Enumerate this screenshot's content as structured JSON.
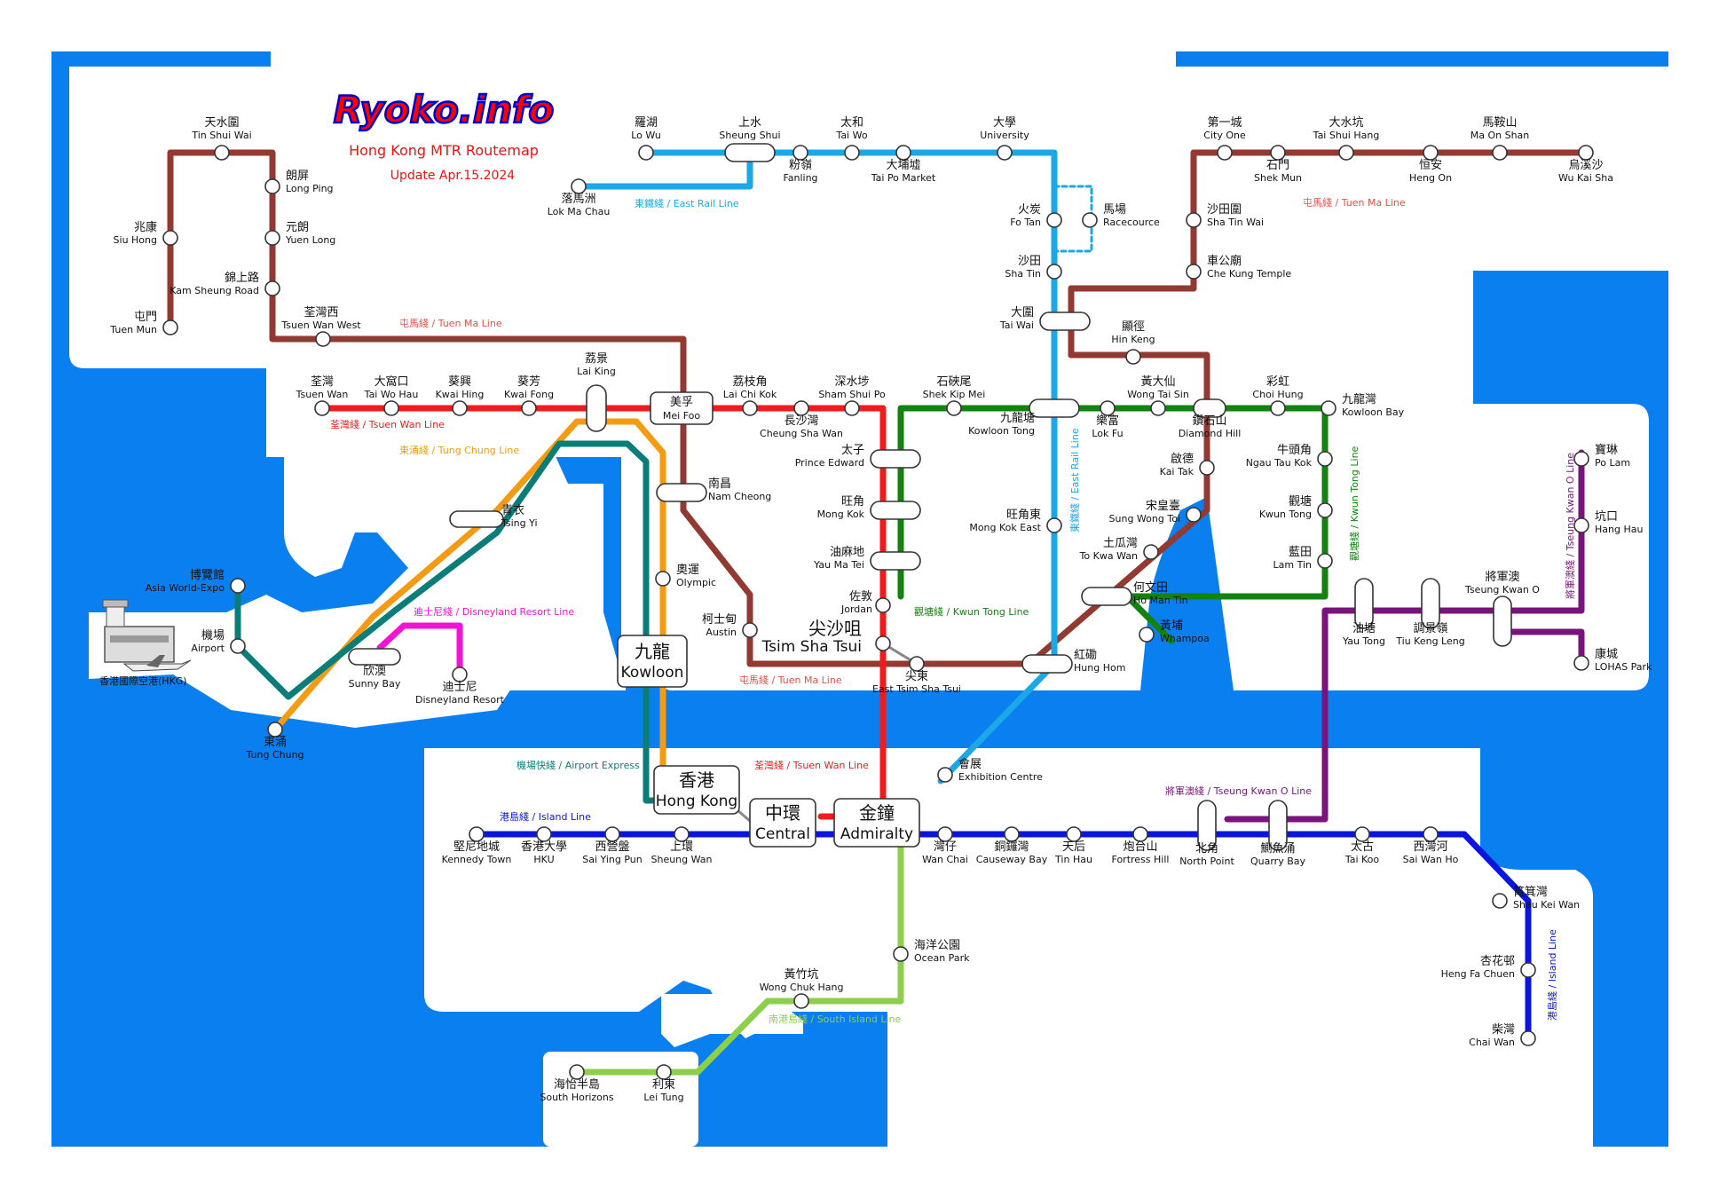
{
  "header": {
    "logo": "Ryoko.info",
    "title": "Hong Kong MTR Routemap",
    "update": "Update Apr.15.2024"
  },
  "colors": {
    "water": "#0a7ff0",
    "land": "#ffffff",
    "east_rail": "#1aa8e6",
    "tuen_ma": "#923a32",
    "tsuen_wan": "#ee1c1c",
    "kwun_tong": "#13830f",
    "island": "#0a15dd",
    "tsueng_kwan_o": "#7a147c",
    "tung_chung": "#f39b12",
    "airport_express": "#0a7d78",
    "disneyland": "#f214d3",
    "south_island": "#8ccf4a"
  },
  "line_labels": {
    "east_rail": "東鐵綫 / East Rail Line",
    "east_rail_v": "東鐵綫 / East Rail Line",
    "tuen_ma_nt": "屯馬綫 / Tuen Ma Line",
    "tuen_ma_ne": "屯馬綫 / Tuen Ma Line",
    "tuen_ma_kln": "屯馬綫 / Tuen Ma Line",
    "tsuen_wan": "荃灣綫 / Tsuen Wan Line",
    "tsuen_wan_hk": "荃灣綫 / Tsuen Wan Line",
    "tung_chung": "東涌綫 / Tung Chung Line",
    "kwun_tong": "觀塘綫 / Kwun Tong Line",
    "kwun_tong_v": "觀塘綫 / Kwun Tong Line",
    "disneyland": "迪士尼綫 / Disneyland Resort Line",
    "airport_express": "機場快綫 / Airport Express",
    "island": "港島綫 / Island Line",
    "island_v": "港島綫 / Island Line",
    "tko": "將軍澳綫 / Tseung Kwan O Line",
    "tko_v": "將軍澳綫 / Tseung Kwan O Line",
    "south_island": "南港島綫 / South Island Line"
  },
  "stations": [
    {
      "id": "tin-shui-wai",
      "cn": "天水圍",
      "en": "Tin Shui Wai"
    },
    {
      "id": "long-ping",
      "cn": "朗屏",
      "en": "Long Ping"
    },
    {
      "id": "siu-hong",
      "cn": "兆康",
      "en": "Siu Hong"
    },
    {
      "id": "yuen-long",
      "cn": "元朗",
      "en": "Yuen Long"
    },
    {
      "id": "kam-sheung-road",
      "cn": "錦上路",
      "en": "Kam Sheung Road"
    },
    {
      "id": "tuen-mun",
      "cn": "屯門",
      "en": "Tuen Mun"
    },
    {
      "id": "tsuen-wan-west",
      "cn": "荃灣西",
      "en": "Tsuen Wan West"
    },
    {
      "id": "tsuen-wan",
      "cn": "荃灣",
      "en": "Tsuen Wan"
    },
    {
      "id": "tai-wo-hau",
      "cn": "大窩口",
      "en": "Tai Wo Hau"
    },
    {
      "id": "kwai-hing",
      "cn": "葵興",
      "en": "Kwai Hing"
    },
    {
      "id": "kwai-fong",
      "cn": "葵芳",
      "en": "Kwai Fong"
    },
    {
      "id": "lai-king",
      "cn": "荔景",
      "en": "Lai King"
    },
    {
      "id": "mei-foo",
      "cn": "美孚",
      "en": "Mei Foo"
    },
    {
      "id": "lai-chi-kok",
      "cn": "荔枝角",
      "en": "Lai Chi Kok"
    },
    {
      "id": "cheung-sha-wan",
      "cn": "長沙灣",
      "en": "Cheung Sha Wan"
    },
    {
      "id": "sham-shui-po",
      "cn": "深水埗",
      "en": "Sham Shui Po"
    },
    {
      "id": "prince-edward",
      "cn": "太子",
      "en": "Prince Edward"
    },
    {
      "id": "mong-kok",
      "cn": "旺角",
      "en": "Mong Kok"
    },
    {
      "id": "yau-ma-tei",
      "cn": "油麻地",
      "en": "Yau Ma Tei"
    },
    {
      "id": "jordan",
      "cn": "佐敦",
      "en": "Jordan"
    },
    {
      "id": "tsim-sha-tsui",
      "cn": "尖沙咀",
      "en": "Tsim Sha Tsui"
    },
    {
      "id": "east-tsim-sha-tsui",
      "cn": "尖東",
      "en": "East Tsim Sha Tsui"
    },
    {
      "id": "austin",
      "cn": "柯士甸",
      "en": "Austin"
    },
    {
      "id": "nam-cheong",
      "cn": "南昌",
      "en": "Nam Cheong"
    },
    {
      "id": "olympic",
      "cn": "奧運",
      "en": "Olympic"
    },
    {
      "id": "kowloon",
      "cn": "九龍",
      "en": "Kowloon"
    },
    {
      "id": "tsing-yi",
      "cn": "青衣",
      "en": "Tsing Yi"
    },
    {
      "id": "sunny-bay",
      "cn": "欣澳",
      "en": "Sunny Bay"
    },
    {
      "id": "disneyland-resort",
      "cn": "迪士尼",
      "en": "Disneyland Resort"
    },
    {
      "id": "tung-chung",
      "cn": "東涌",
      "en": "Tung Chung"
    },
    {
      "id": "asia-world-expo",
      "cn": "博覽館",
      "en": "Asia World-Expo"
    },
    {
      "id": "airport",
      "cn": "機場",
      "en": "Airport"
    },
    {
      "id": "lo-wu",
      "cn": "羅湖",
      "en": "Lo Wu"
    },
    {
      "id": "sheung-shui",
      "cn": "上水",
      "en": "Sheung Shui"
    },
    {
      "id": "lok-ma-chau",
      "cn": "落馬洲",
      "en": "Lok Ma Chau"
    },
    {
      "id": "fanling",
      "cn": "粉嶺",
      "en": "Fanling"
    },
    {
      "id": "tai-wo",
      "cn": "太和",
      "en": "Tai Wo"
    },
    {
      "id": "tai-po-market",
      "cn": "大埔墟",
      "en": "Tai Po Market"
    },
    {
      "id": "university",
      "cn": "大學",
      "en": "University"
    },
    {
      "id": "fo-tan",
      "cn": "火炭",
      "en": "Fo Tan"
    },
    {
      "id": "racecourse",
      "cn": "馬場",
      "en": "Racecource"
    },
    {
      "id": "sha-tin",
      "cn": "沙田",
      "en": "Sha Tin"
    },
    {
      "id": "tai-wai",
      "cn": "大圍",
      "en": "Tai Wai"
    },
    {
      "id": "kowloon-tong",
      "cn": "九龍塘",
      "en": "Kowloon Tong"
    },
    {
      "id": "mong-kok-east",
      "cn": "旺角東",
      "en": "Mong Kok East"
    },
    {
      "id": "hung-hom",
      "cn": "紅磡",
      "en": "Hung Hom"
    },
    {
      "id": "exhibition-centre",
      "cn": "會展",
      "en": "Exhibition Centre"
    },
    {
      "id": "city-one",
      "cn": "第一城",
      "en": "City One"
    },
    {
      "id": "shek-mun",
      "cn": "石門",
      "en": "Shek Mun"
    },
    {
      "id": "tai-shui-hang",
      "cn": "大水坑",
      "en": "Tai Shui Hang"
    },
    {
      "id": "heng-on",
      "cn": "恒安",
      "en": "Heng On"
    },
    {
      "id": "ma-on-shan",
      "cn": "馬鞍山",
      "en": "Ma On Shan"
    },
    {
      "id": "wu-kai-sha",
      "cn": "烏溪沙",
      "en": "Wu Kai Sha"
    },
    {
      "id": "sha-tin-wai",
      "cn": "沙田圍",
      "en": "Sha Tin Wai"
    },
    {
      "id": "che-kung-temple",
      "cn": "車公廟",
      "en": "Che Kung Temple"
    },
    {
      "id": "hin-keng",
      "cn": "顯徑",
      "en": "Hin Keng"
    },
    {
      "id": "diamond-hill",
      "cn": "鑽石山",
      "en": "Diamond Hill"
    },
    {
      "id": "kai-tak",
      "cn": "啟德",
      "en": "Kai Tak"
    },
    {
      "id": "sung-wong-toi",
      "cn": "宋皇臺",
      "en": "Sung Wong Toi"
    },
    {
      "id": "to-kwa-wan",
      "cn": "土瓜灣",
      "en": "To Kwa Wan"
    },
    {
      "id": "ho-man-tin",
      "cn": "何文田",
      "en": "Ho Man Tin"
    },
    {
      "id": "whampoa",
      "cn": "黃埔",
      "en": "Whampoa"
    },
    {
      "id": "shek-kip-mei",
      "cn": "石硤尾",
      "en": "Shek Kip Mei"
    },
    {
      "id": "lok-fu",
      "cn": "樂富",
      "en": "Lok Fu"
    },
    {
      "id": "wong-tai-sin",
      "cn": "黃大仙",
      "en": "Wong Tai Sin"
    },
    {
      "id": "choi-hung",
      "cn": "彩虹",
      "en": "Choi Hung"
    },
    {
      "id": "kowloon-bay",
      "cn": "九龍灣",
      "en": "Kowloon Bay"
    },
    {
      "id": "ngau-tau-kok",
      "cn": "牛頭角",
      "en": "Ngau Tau Kok"
    },
    {
      "id": "kwun-tong",
      "cn": "觀塘",
      "en": "Kwun Tong"
    },
    {
      "id": "lam-tin",
      "cn": "藍田",
      "en": "Lam Tin"
    },
    {
      "id": "yau-tong",
      "cn": "油塘",
      "en": "Yau Tong"
    },
    {
      "id": "tiu-keng-leng",
      "cn": "調景嶺",
      "en": "Tiu Keng Leng"
    },
    {
      "id": "tseung-kwan-o",
      "cn": "將軍澳",
      "en": "Tseung Kwan O"
    },
    {
      "id": "po-lam",
      "cn": "寶琳",
      "en": "Po Lam"
    },
    {
      "id": "hang-hau",
      "cn": "坑口",
      "en": "Hang Hau"
    },
    {
      "id": "lohas-park",
      "cn": "康城",
      "en": "LOHAS Park"
    },
    {
      "id": "hong-kong",
      "cn": "香港",
      "en": "Hong Kong"
    },
    {
      "id": "central",
      "cn": "中環",
      "en": "Central"
    },
    {
      "id": "admiralty",
      "cn": "金鐘",
      "en": "Admiralty"
    },
    {
      "id": "kennedy-town",
      "cn": "堅尼地城",
      "en": "Kennedy Town"
    },
    {
      "id": "hku",
      "cn": "香港大學",
      "en": "HKU"
    },
    {
      "id": "sai-ying-pun",
      "cn": "西營盤",
      "en": "Sai Ying Pun"
    },
    {
      "id": "sheung-wan",
      "cn": "上環",
      "en": "Sheung Wan"
    },
    {
      "id": "wan-chai",
      "cn": "灣仔",
      "en": "Wan Chai"
    },
    {
      "id": "causeway-bay",
      "cn": "銅鑼灣",
      "en": "Causeway Bay"
    },
    {
      "id": "tin-hau",
      "cn": "天后",
      "en": "Tin Hau"
    },
    {
      "id": "fortress-hill",
      "cn": "炮台山",
      "en": "Fortress Hill"
    },
    {
      "id": "north-point",
      "cn": "北角",
      "en": "North Point"
    },
    {
      "id": "quarry-bay",
      "cn": "鰂魚涌",
      "en": "Quarry Bay"
    },
    {
      "id": "tai-koo",
      "cn": "太古",
      "en": "Tai Koo"
    },
    {
      "id": "sai-wan-ho",
      "cn": "西灣河",
      "en": "Sai Wan Ho"
    },
    {
      "id": "shau-kei-wan",
      "cn": "筲箕灣",
      "en": "Shau Kei Wan"
    },
    {
      "id": "heng-fa-chuen",
      "cn": "杏花邨",
      "en": "Heng Fa Chuen"
    },
    {
      "id": "chai-wan",
      "cn": "柴灣",
      "en": "Chai Wan"
    },
    {
      "id": "ocean-park",
      "cn": "海洋公園",
      "en": "Ocean Park"
    },
    {
      "id": "wong-chuk-hang",
      "cn": "黃竹坑",
      "en": "Wong Chuk Hang"
    },
    {
      "id": "lei-tung",
      "cn": "利東",
      "en": "Lei Tung"
    },
    {
      "id": "south-horizons",
      "cn": "海怡半島",
      "en": "South Horizons"
    }
  ],
  "airport_label": "香港國際空港(HKG)"
}
